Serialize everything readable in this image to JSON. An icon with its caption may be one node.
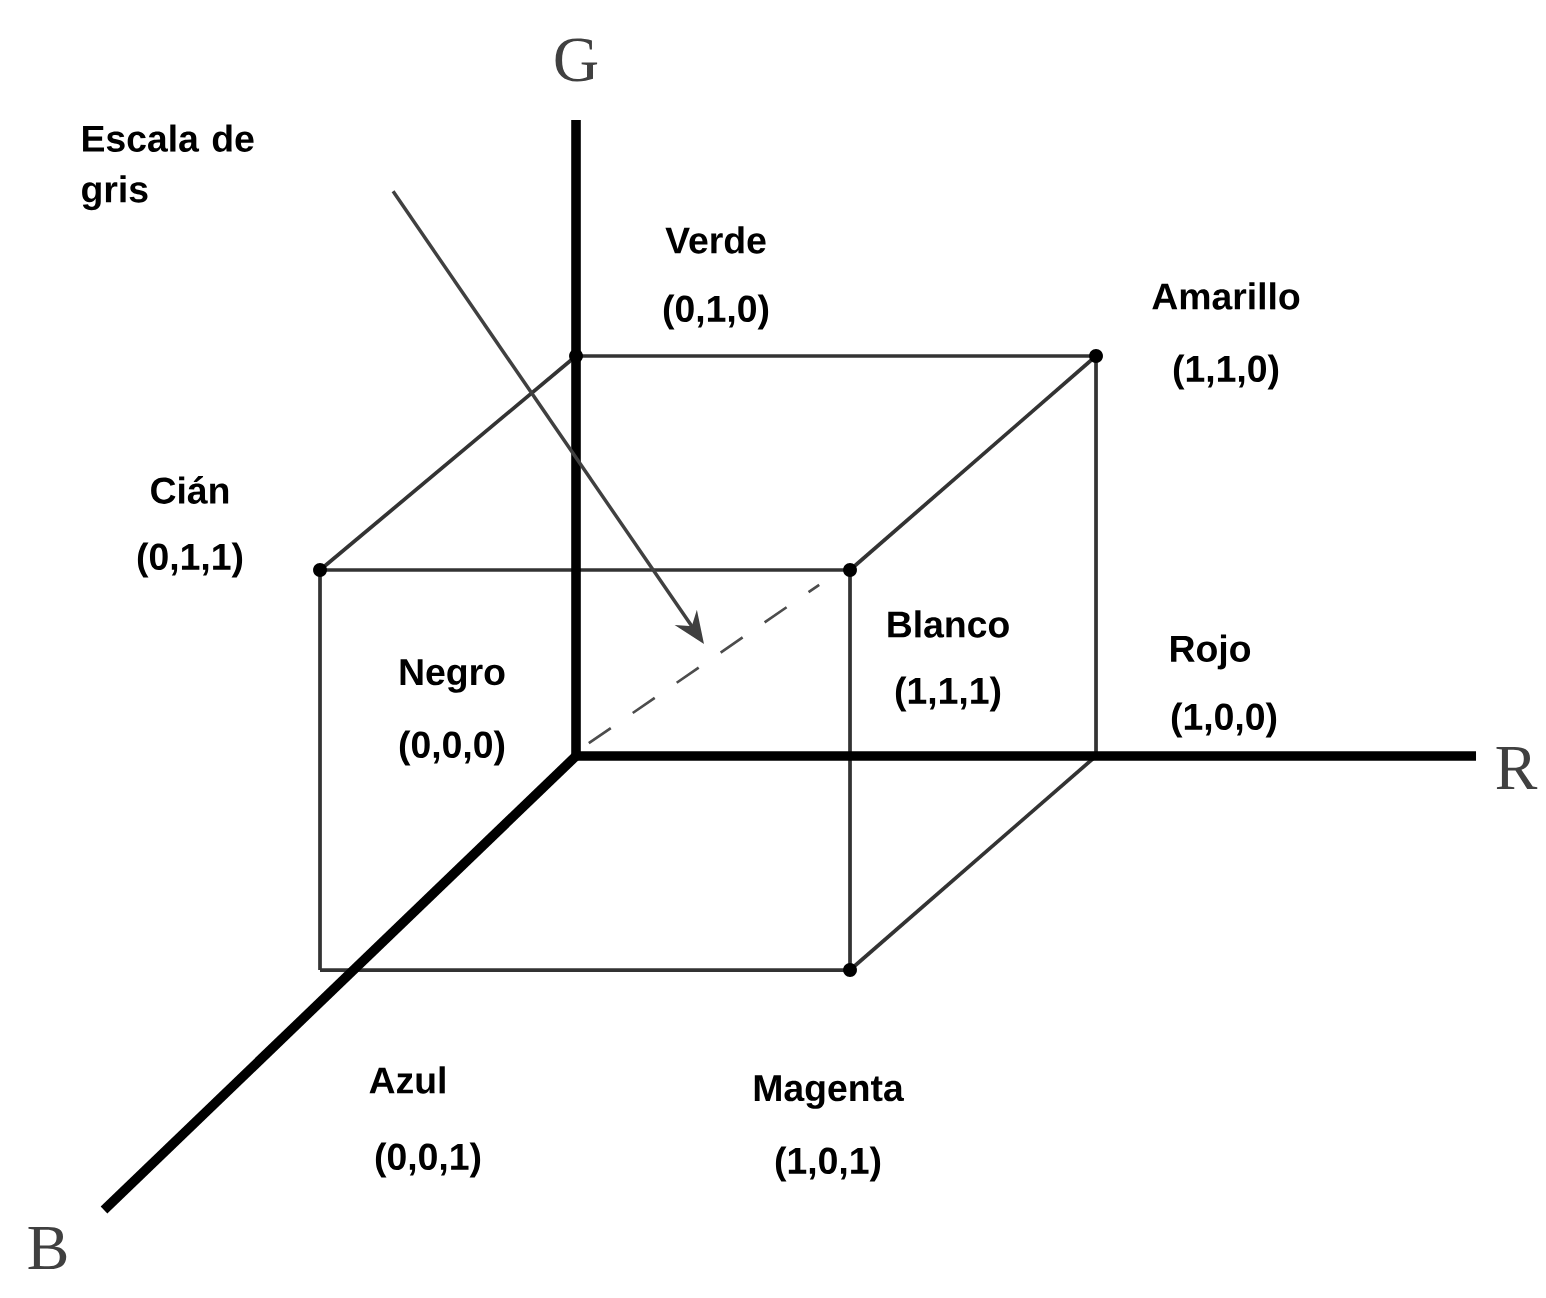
{
  "diagram": {
    "nodes": [
      {
        "text": [
          "Escala de gris"
        ]
      },
      {
        "text": [],
        "shape": "line"
      }
    ],
    "edges": [
      {
        "from": 0,
        "to": 1,
        "arrow": "to"
      }
    ],
    "labels": [
      "G",
      "Verde",
      "(0,1,0)",
      "Amarillo",
      "(1,1,0)",
      "Cián",
      "(0,1,1)",
      "Blanco",
      "(1,1,1)",
      "Negro",
      "(0,0,0)",
      "Rojo",
      "(1,0,0)",
      "R",
      "Azul",
      "(0,0,1)",
      "Magenta",
      "(1,0,1)",
      "B"
    ]
  }
}
